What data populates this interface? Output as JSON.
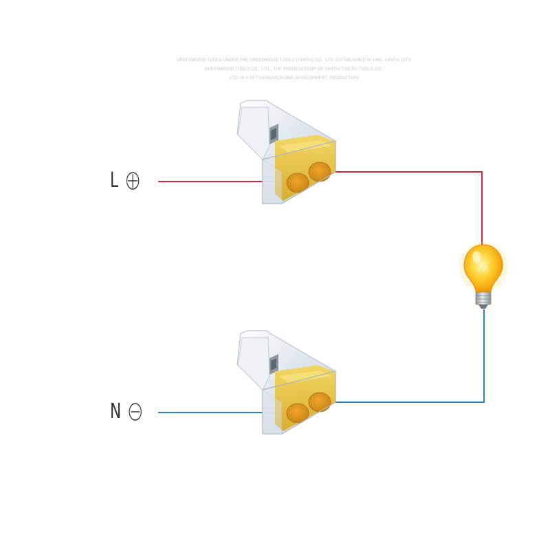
{
  "watermark": {
    "line1": "GREENWOOD TOOLS UNDER THE GREENWOOD TOOLS (YANTAI) CO., LTD, ESTABLISHED IN 1992, YANTAI CITY,",
    "line2": "GREENWOOD TOOLS CO., LTD., THE PREDECESSOR OF YANTAI TUO PU TOOLS CO.,",
    "line3": "LTD. IS A SET RESEARCH AND DEVELOPMENT, PRODUCTION"
  },
  "terminals": {
    "live": {
      "letter": "L",
      "symbol": "plus-circle-icon"
    },
    "neutral": {
      "letter": "N",
      "symbol": "minus-circle-icon"
    }
  },
  "components": {
    "connector_top": "push-wire-connector-icon",
    "connector_bottom": "push-wire-connector-icon",
    "lamp": "light-bulb-icon"
  },
  "colors": {
    "live_wire": "#d8243a",
    "neutral_wire": "#2d7fc4",
    "connector_body": "#e9c227",
    "connector_shell": "#e8eef4",
    "bulb_glow": "#ffb400",
    "bulb_base": "#b8bcc0",
    "label_text": "#333333"
  }
}
